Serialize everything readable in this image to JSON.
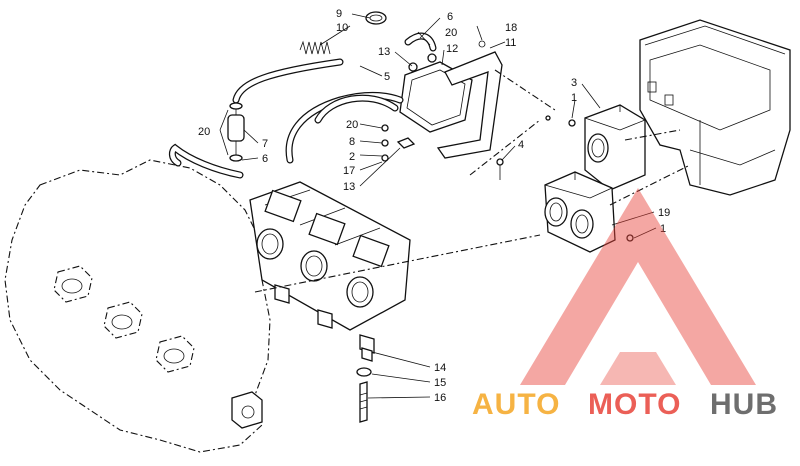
{
  "callouts": {
    "c9": "9",
    "c10": "10",
    "c6a": "6",
    "c20a": "20",
    "c13a": "13",
    "c12": "12",
    "c18": "18",
    "c11": "11",
    "c5": "5",
    "c3": "3",
    "c1a": "1",
    "c20b": "20",
    "c7": "7",
    "c6b": "6",
    "c20c": "20",
    "c8": "8",
    "c2": "2",
    "c17": "17",
    "c13b": "13",
    "c4": "4",
    "c19": "19",
    "c1b": "1",
    "c14": "14",
    "c15": "15",
    "c16": "16"
  },
  "watermark": {
    "part1": "AUTO",
    "part2": "MOTO",
    "part3": "HUB",
    "color_red": "#e8443a",
    "color_orange": "#f5a623",
    "color_gray": "#555555"
  }
}
